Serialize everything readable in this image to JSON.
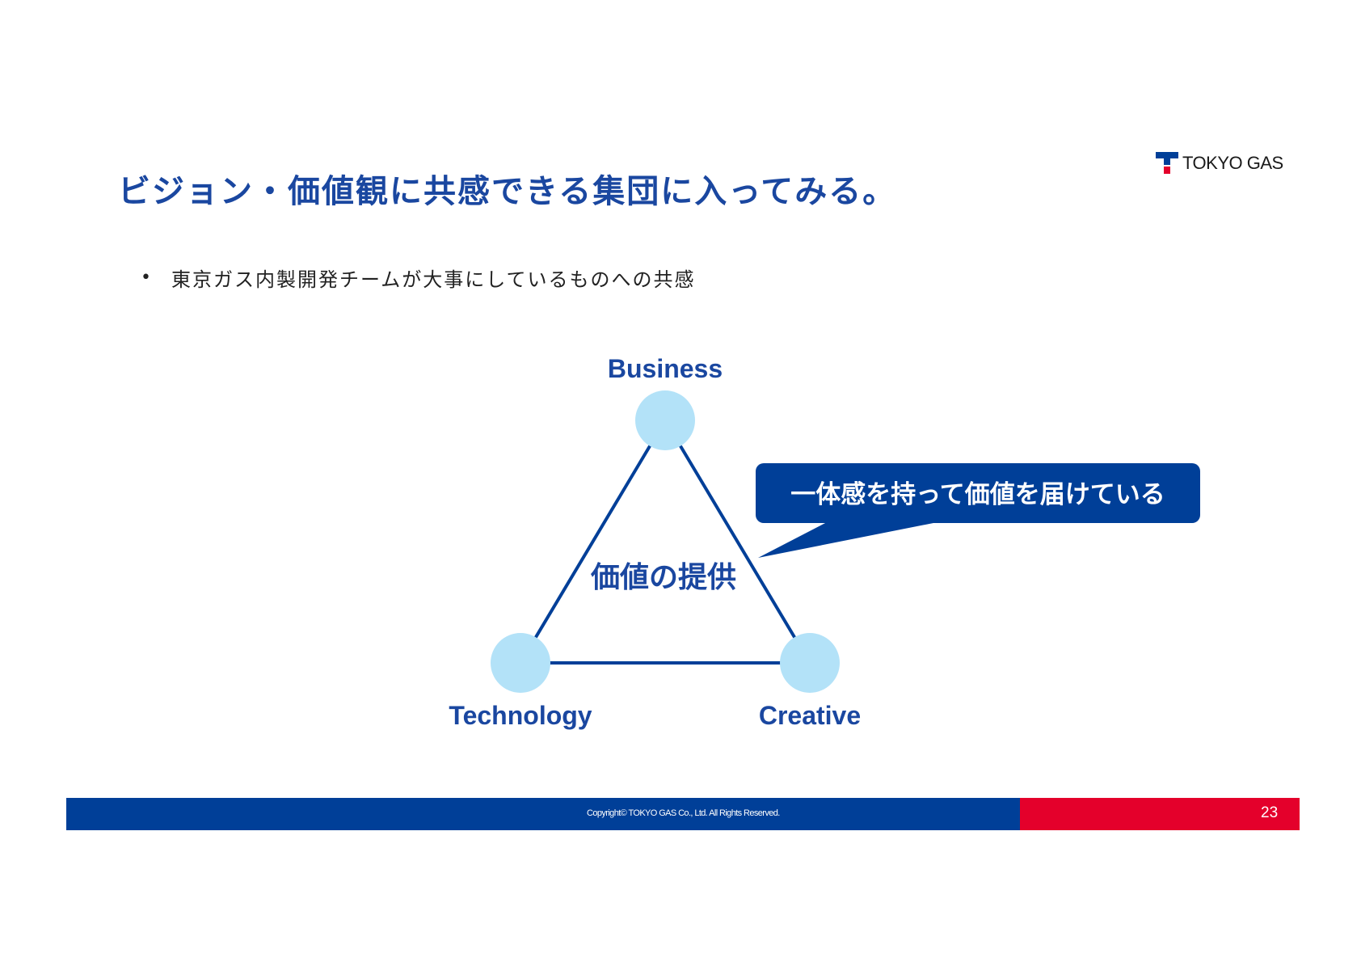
{
  "slide": {
    "title": "ビジョン・価値観に共感できる集団に入ってみる。",
    "bullet": "東京ガス内製開発チームが大事にしているものへの共感"
  },
  "logo": {
    "text": "TOKYO GAS"
  },
  "diagram": {
    "nodes": [
      {
        "label": "Business"
      },
      {
        "label": "Technology"
      },
      {
        "label": "Creative"
      }
    ],
    "center_label": "価値の提供",
    "callout": "一体感を持って価値を届けている"
  },
  "footer": {
    "copyright": "Copyright© TOKYO GAS Co., Ltd. All Rights Reserved.",
    "page_number": "23"
  },
  "colors": {
    "brand_blue": "#003f98",
    "brand_red": "#e4002b",
    "node_fill": "#b3e2f8",
    "title_blue": "#1a47a0"
  }
}
